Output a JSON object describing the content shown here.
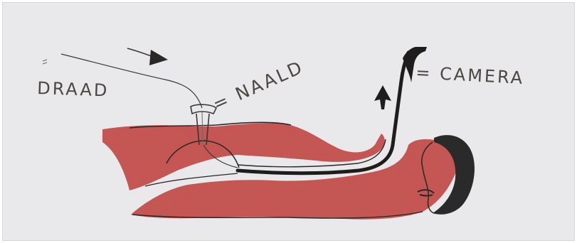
{
  "labels": {
    "thread": "DRAAD",
    "needle": "= NAALD",
    "camera": "= CAMERA"
  },
  "colors": {
    "paper": "#e9e8ea",
    "tissue": "#cc5a57",
    "tissue_light": "#d9807c",
    "ink": "#2a2826",
    "hair": "#2b2a2a",
    "pencil": "#4b4742"
  }
}
